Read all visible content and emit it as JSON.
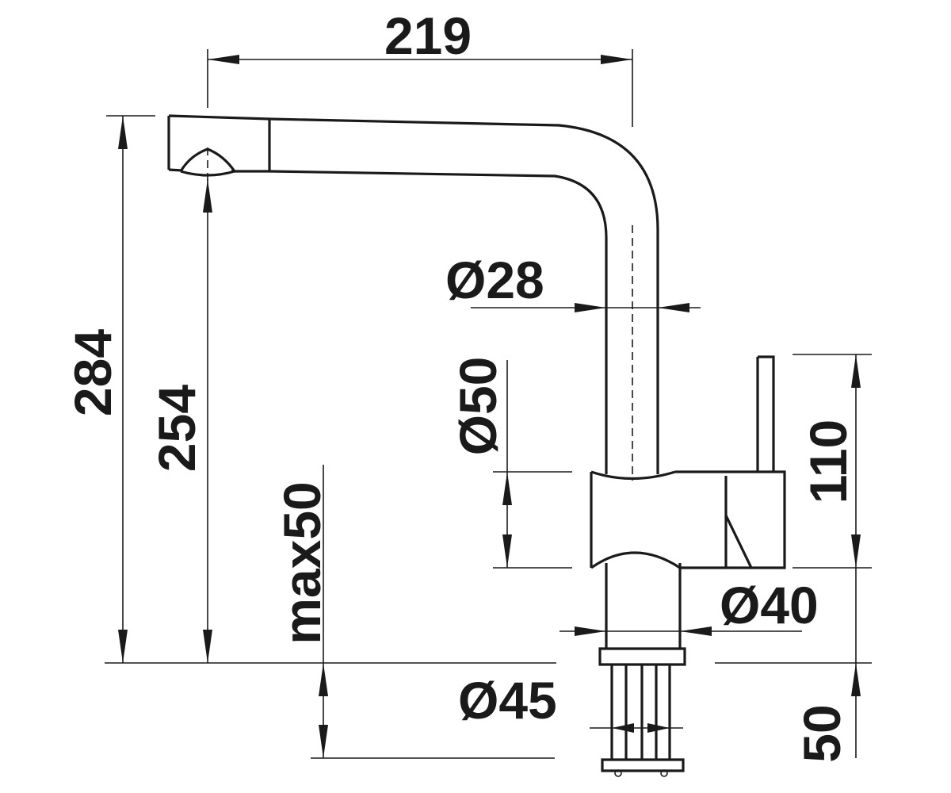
{
  "diagram": {
    "dimensions": {
      "width_219": "219",
      "height_284": "284",
      "height_254": "254",
      "spout_dia": "Ø28",
      "body_dia": "Ø50",
      "max_deck": "max50",
      "lever_height": "110",
      "base_dia": "Ø40",
      "shank_dia": "Ø45",
      "shank_len": "50"
    },
    "colors": {
      "line": "#1a1a1a",
      "background": "#ffffff"
    }
  }
}
